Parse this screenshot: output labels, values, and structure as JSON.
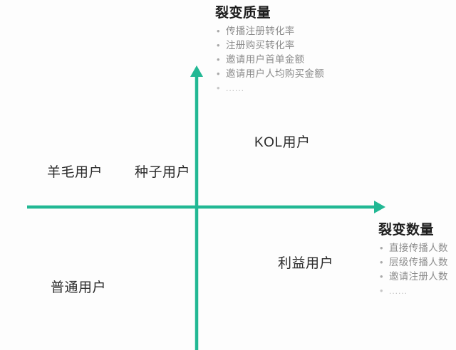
{
  "diagram": {
    "type": "two-axis-quadrant-matrix",
    "background_color": "#fdfdfd",
    "axis_color": "#22b894",
    "axes": {
      "vertical": {
        "name": "fission-quality-axis",
        "direction": "up",
        "label_ref": "annotations.quality.title"
      },
      "horizontal": {
        "name": "fission-quantity-axis",
        "direction": "right",
        "label_ref": "annotations.quantity.title"
      }
    },
    "quadrants": [
      {
        "id": "upper-left",
        "label": "羊毛用户"
      },
      {
        "id": "upper-left-inner",
        "label": "种子用户"
      },
      {
        "id": "upper-right",
        "label": "KOL用户"
      },
      {
        "id": "lower-left",
        "label": "普通用户"
      },
      {
        "id": "lower-right",
        "label": "利益用户"
      }
    ]
  },
  "quadrant_labels": {
    "wool_user": "羊毛用户",
    "seed_user": "种子用户",
    "kol_user": "KOL用户",
    "ordinary_user": "普通用户",
    "benefit_user": "利益用户"
  },
  "annotations": {
    "quality": {
      "title": "裂变质量",
      "items": [
        "传播注册转化率",
        "注册购买转化率",
        "邀请用户首单金额",
        "邀请用户人均购买金额"
      ],
      "ellipsis": "......"
    },
    "quantity": {
      "title": "裂变数量",
      "items": [
        "直接传播人数",
        "层级传播人数",
        "邀请注册人数"
      ],
      "ellipsis": "......"
    }
  },
  "icons": {
    "bullet": "•",
    "arrow_up": "arrow-up-icon",
    "arrow_right": "arrow-right-icon"
  },
  "colors": {
    "axis": "#22b894",
    "label_text": "#2b2b2b",
    "title_text": "#1d1d1d",
    "list_text": "#8c8c8c",
    "ellipsis_text": "#bdbdbd",
    "background": "#fdfdfd"
  }
}
